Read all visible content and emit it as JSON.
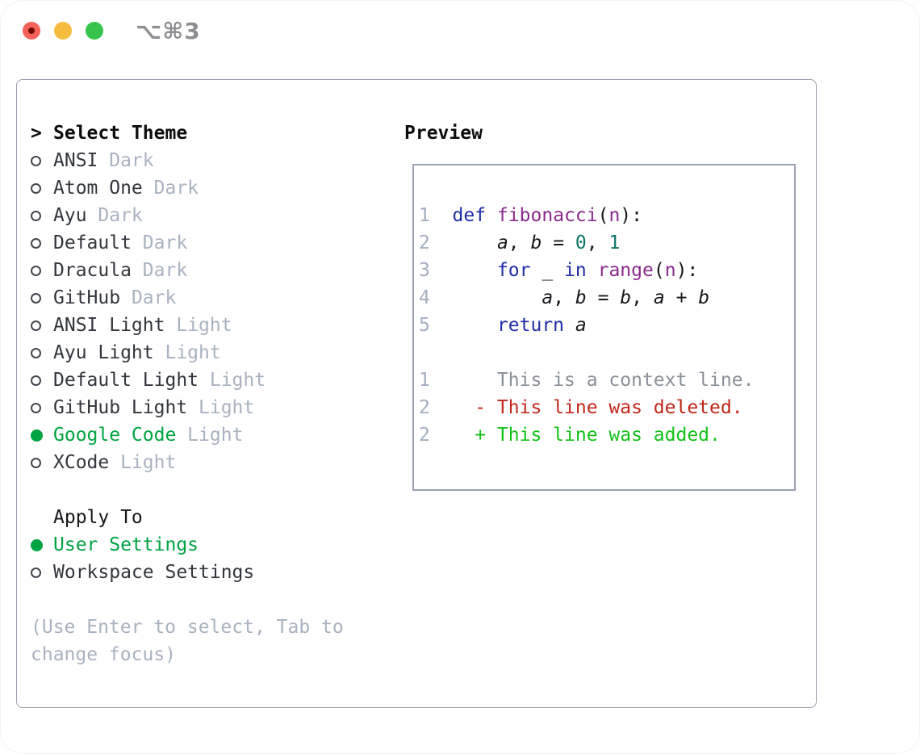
{
  "window": {
    "title": "⌥⌘3",
    "traffic_lights": [
      "close",
      "minimize",
      "zoom"
    ]
  },
  "colors": {
    "selected_green": "#00a342",
    "added_green": "#12c218",
    "deleted_red": "#c0271a",
    "keyword_blue": "#1f2da6",
    "type_purple": "#8a2a8d",
    "literal_teal": "#0d7468"
  },
  "sidebar": {
    "prompt": ">",
    "header": "Select Theme",
    "themes": [
      {
        "name": "ANSI",
        "variant": "Dark",
        "selected": false
      },
      {
        "name": "Atom One",
        "variant": "Dark",
        "selected": false
      },
      {
        "name": "Ayu",
        "variant": "Dark",
        "selected": false
      },
      {
        "name": "Default",
        "variant": "Dark",
        "selected": false
      },
      {
        "name": "Dracula",
        "variant": "Dark",
        "selected": false
      },
      {
        "name": "GitHub",
        "variant": "Dark",
        "selected": false
      },
      {
        "name": "ANSI Light",
        "variant": "Light",
        "selected": false
      },
      {
        "name": "Ayu Light",
        "variant": "Light",
        "selected": false
      },
      {
        "name": "Default Light",
        "variant": "Light",
        "selected": false
      },
      {
        "name": "GitHub Light",
        "variant": "Light",
        "selected": false
      },
      {
        "name": "Google Code",
        "variant": "Light",
        "selected": true
      },
      {
        "name": "XCode",
        "variant": "Light",
        "selected": false
      }
    ],
    "apply_header": "Apply To",
    "apply_options": [
      {
        "name": "User Settings",
        "selected": true
      },
      {
        "name": "Workspace Settings",
        "selected": false
      }
    ],
    "help_lines": [
      "(Use Enter to select, Tab to",
      "change focus)"
    ]
  },
  "preview": {
    "title": "Preview",
    "palette": {
      "num": "#a3aec0",
      "kw": "#1f2da6",
      "ty": "#8a2a8d",
      "lit": "#0d7468",
      "pl": "#17181c",
      "var": "#17181c",
      "ctx": "#8a9098",
      "del": "#c0271a",
      "add": "#12c218"
    },
    "lines": [
      {
        "name": "preview-code-line-1",
        "segments": [
          {
            "t": "1  ",
            "c": "num"
          },
          {
            "t": "def",
            "c": "kw"
          },
          {
            "t": " ",
            "c": "pl"
          },
          {
            "t": "fibonacci",
            "c": "ty"
          },
          {
            "t": "(",
            "c": "pl"
          },
          {
            "t": "n",
            "c": "ty"
          },
          {
            "t": "):",
            "c": "pl"
          }
        ]
      },
      {
        "name": "preview-code-line-2",
        "segments": [
          {
            "t": "2  ",
            "c": "num"
          },
          {
            "t": "    ",
            "c": "pl"
          },
          {
            "t": "a",
            "c": "var"
          },
          {
            "t": ", ",
            "c": "pl"
          },
          {
            "t": "b",
            "c": "var"
          },
          {
            "t": " = ",
            "c": "pl"
          },
          {
            "t": "0",
            "c": "lit"
          },
          {
            "t": ", ",
            "c": "pl"
          },
          {
            "t": "1",
            "c": "lit"
          }
        ]
      },
      {
        "name": "preview-code-line-3",
        "segments": [
          {
            "t": "3  ",
            "c": "num"
          },
          {
            "t": "    ",
            "c": "pl"
          },
          {
            "t": "for",
            "c": "kw"
          },
          {
            "t": " _ ",
            "c": "pl"
          },
          {
            "t": "in",
            "c": "kw"
          },
          {
            "t": " ",
            "c": "pl"
          },
          {
            "t": "range",
            "c": "ty"
          },
          {
            "t": "(",
            "c": "pl"
          },
          {
            "t": "n",
            "c": "ty"
          },
          {
            "t": "):",
            "c": "pl"
          }
        ]
      },
      {
        "name": "preview-code-line-4",
        "segments": [
          {
            "t": "4  ",
            "c": "num"
          },
          {
            "t": "        ",
            "c": "pl"
          },
          {
            "t": "a",
            "c": "var"
          },
          {
            "t": ", ",
            "c": "pl"
          },
          {
            "t": "b",
            "c": "var"
          },
          {
            "t": " = ",
            "c": "pl"
          },
          {
            "t": "b",
            "c": "var"
          },
          {
            "t": ", ",
            "c": "pl"
          },
          {
            "t": "a",
            "c": "var"
          },
          {
            "t": " + ",
            "c": "pl"
          },
          {
            "t": "b",
            "c": "var"
          }
        ]
      },
      {
        "name": "preview-code-line-5",
        "segments": [
          {
            "t": "5  ",
            "c": "num"
          },
          {
            "t": "    ",
            "c": "pl"
          },
          {
            "t": "return",
            "c": "kw"
          },
          {
            "t": " ",
            "c": "pl"
          },
          {
            "t": "a",
            "c": "var"
          }
        ]
      },
      {
        "name": "preview-blank-line",
        "segments": []
      },
      {
        "name": "preview-diff-context-line",
        "segments": [
          {
            "t": "1  ",
            "c": "num"
          },
          {
            "t": "    This is a context line.",
            "c": "ctx"
          }
        ]
      },
      {
        "name": "preview-diff-deleted-line",
        "segments": [
          {
            "t": "2  ",
            "c": "num"
          },
          {
            "t": "  - This line was deleted.",
            "c": "del"
          }
        ]
      },
      {
        "name": "preview-diff-added-line",
        "segments": [
          {
            "t": "2  ",
            "c": "num"
          },
          {
            "t": "  + This line was added.",
            "c": "add"
          }
        ]
      }
    ]
  }
}
